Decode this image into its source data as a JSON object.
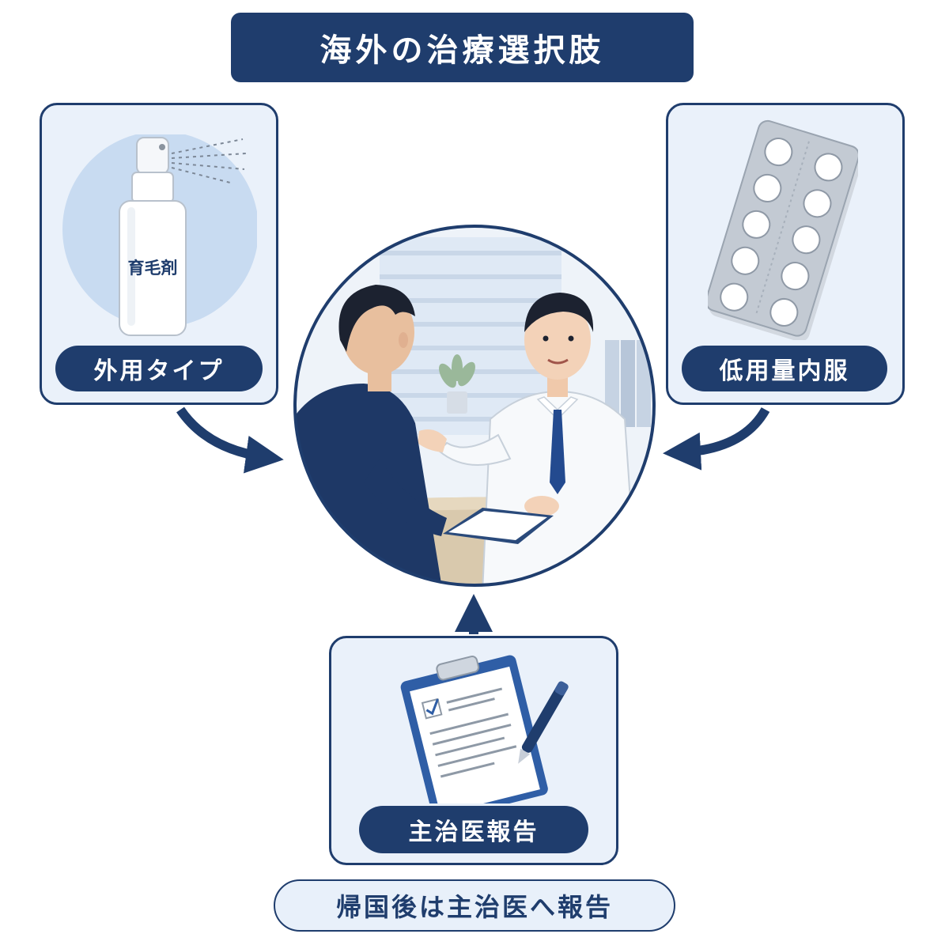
{
  "title": "海外の治療選択肢",
  "options": {
    "left": {
      "label": "外用タイプ",
      "bottle_text": "育毛剤",
      "icon": "spray-bottle-icon"
    },
    "right": {
      "label": "低用量内服",
      "icon": "pill-blister-pack-icon"
    },
    "bottom": {
      "label": "主治医報告",
      "icon": "clipboard-checklist-icon"
    }
  },
  "center": {
    "illustration": "doctor-patient-consultation"
  },
  "note": "帰国後は主治医へ報告",
  "colors": {
    "navy": "#1f3d6d",
    "card_bg": "#eaf1fa",
    "light_blue": "#c8dbf1"
  }
}
